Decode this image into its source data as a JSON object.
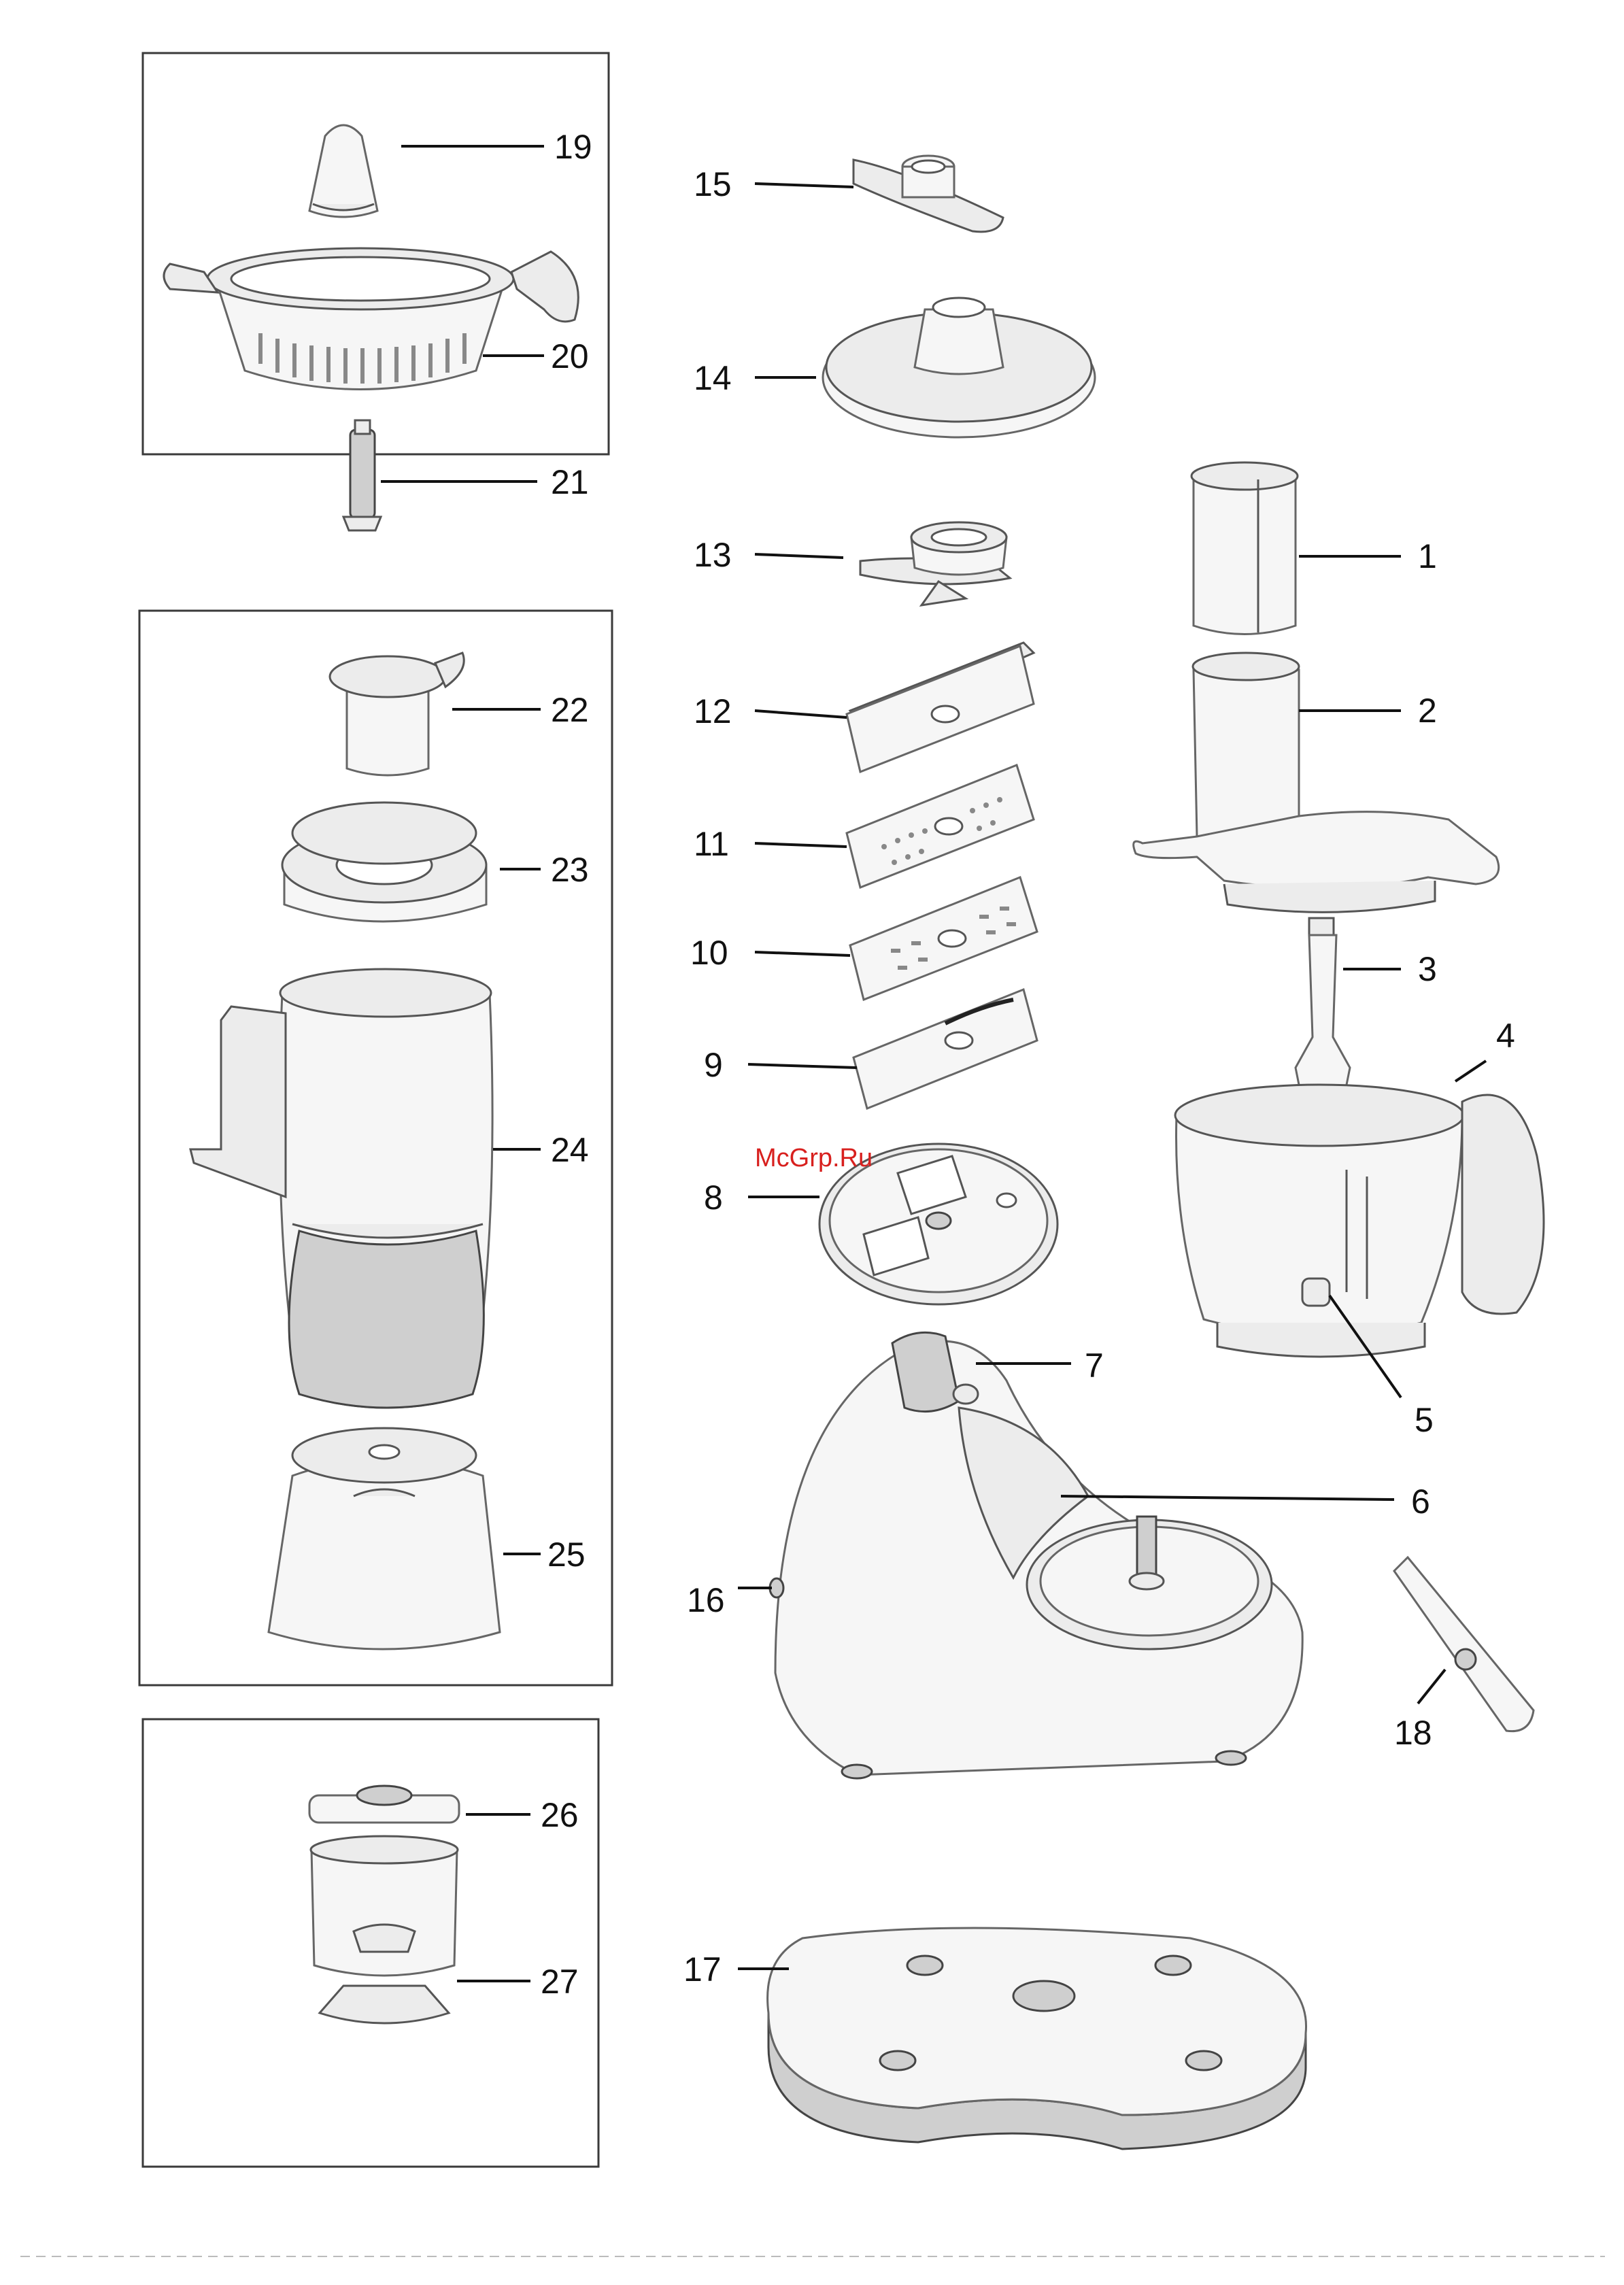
{
  "watermark": "McGrp.Ru",
  "parts": [
    {
      "id": "p1",
      "number": "1"
    },
    {
      "id": "p2",
      "number": "2"
    },
    {
      "id": "p3",
      "number": "3"
    },
    {
      "id": "p4",
      "number": "4"
    },
    {
      "id": "p5",
      "number": "5"
    },
    {
      "id": "p6",
      "number": "6"
    },
    {
      "id": "p7",
      "number": "7"
    },
    {
      "id": "p8",
      "number": "8"
    },
    {
      "id": "p9",
      "number": "9"
    },
    {
      "id": "p10",
      "number": "10"
    },
    {
      "id": "p11",
      "number": "11"
    },
    {
      "id": "p12",
      "number": "12"
    },
    {
      "id": "p13",
      "number": "13"
    },
    {
      "id": "p14",
      "number": "14"
    },
    {
      "id": "p15",
      "number": "15"
    },
    {
      "id": "p16",
      "number": "16"
    },
    {
      "id": "p17",
      "number": "17"
    },
    {
      "id": "p18",
      "number": "18"
    },
    {
      "id": "p19",
      "number": "19"
    },
    {
      "id": "p20",
      "number": "20"
    },
    {
      "id": "p21",
      "number": "21"
    },
    {
      "id": "p22",
      "number": "22"
    },
    {
      "id": "p23",
      "number": "23"
    },
    {
      "id": "p24",
      "number": "24"
    },
    {
      "id": "p25",
      "number": "25"
    },
    {
      "id": "p26",
      "number": "26"
    },
    {
      "id": "p27",
      "number": "27"
    }
  ]
}
